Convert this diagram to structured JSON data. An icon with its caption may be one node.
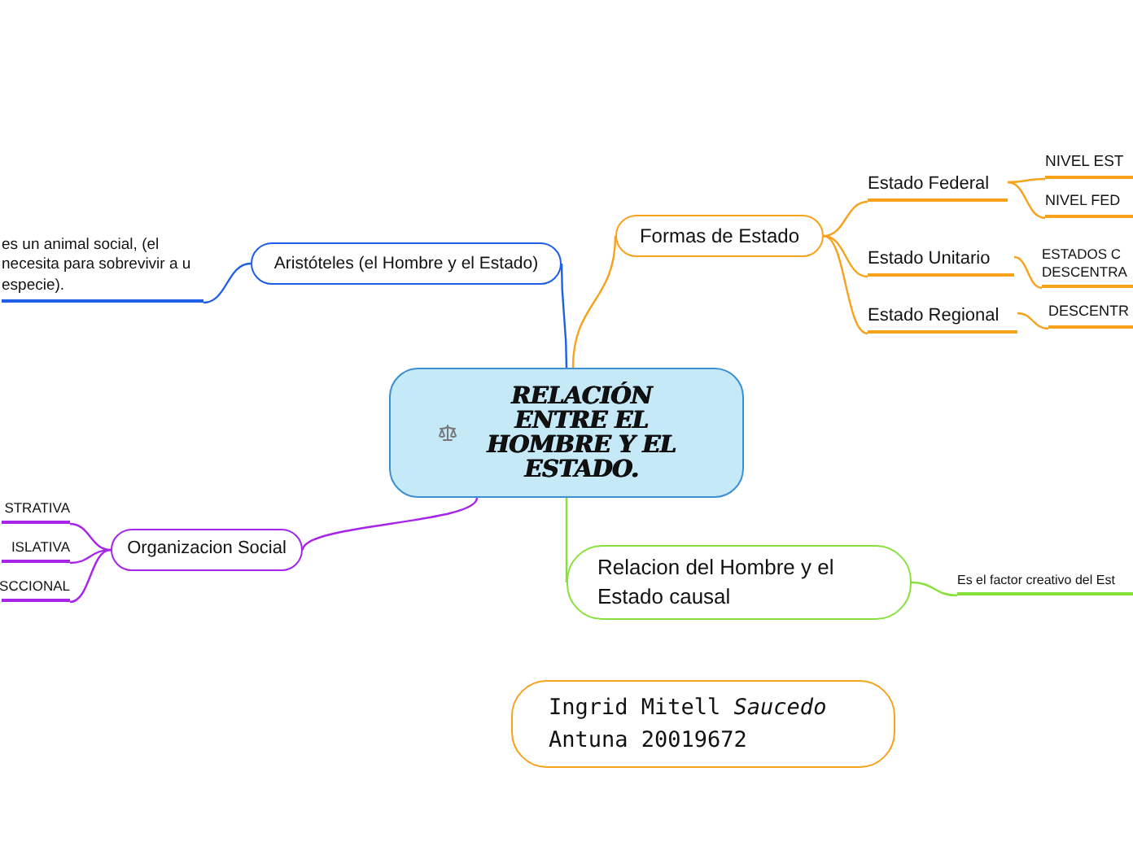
{
  "diagram": {
    "nodes": [
      {
        "text": [
          "RELACIÓN ENTRE EL HOMBRE Y EL ESTADO."
        ]
      },
      {
        "text": [
          "Formas de Estado"
        ]
      },
      {
        "text": [
          "Estado Federal"
        ]
      },
      {
        "text": [
          "NIVEL EST"
        ]
      },
      {
        "text": [
          "NIVEL FED"
        ]
      },
      {
        "text": [
          "Estado Unitario"
        ]
      },
      {
        "text": [
          "ESTADOS C DESCENTRA"
        ]
      },
      {
        "text": [
          "Estado Regional"
        ]
      },
      {
        "text": [
          "DESCENTR"
        ]
      },
      {
        "text": [
          "Aristóteles (el Hombre y el Estado)"
        ]
      },
      {
        "text": [
          "es un animal social, (el necesita para sobrevivir a u especie)."
        ]
      },
      {
        "text": [
          "Organizacion Social"
        ]
      },
      {
        "text": [
          "STRATIVA"
        ]
      },
      {
        "text": [
          "ISLATIVA"
        ]
      },
      {
        "text": [
          "SCCIONAL"
        ]
      },
      {
        "text": [
          "Relacion del Hombre y el Estado causal"
        ]
      },
      {
        "text": [
          "Es el factor creativo del Est"
        ]
      },
      {
        "text": [
          "Ingrid Mitell *Saucedo* Antuna 20019672"
        ]
      }
    ],
    "edges": [
      {
        "from": 0,
        "to": 1,
        "arrow": "none"
      },
      {
        "from": 1,
        "to": 2,
        "arrow": "none"
      },
      {
        "from": 2,
        "to": 3,
        "arrow": "none"
      },
      {
        "from": 2,
        "to": 4,
        "arrow": "none"
      },
      {
        "from": 1,
        "to": 5,
        "arrow": "none"
      },
      {
        "from": 5,
        "to": 6,
        "arrow": "none"
      },
      {
        "from": 1,
        "to": 7,
        "arrow": "none"
      },
      {
        "from": 7,
        "to": 8,
        "arrow": "none"
      },
      {
        "from": 0,
        "to": 9,
        "arrow": "none",
        "color": "#1f5ee6"
      },
      {
        "from": 9,
        "to": 10,
        "arrow": "none",
        "color": "#1f5ee6"
      },
      {
        "from": 0,
        "to": 11,
        "arrow": "none",
        "color": "#a625e8"
      },
      {
        "from": 11,
        "to": 12,
        "arrow": "none",
        "color": "#a625e8"
      },
      {
        "from": 11,
        "to": 13,
        "arrow": "none",
        "color": "#a625e8"
      },
      {
        "from": 11,
        "to": 14,
        "arrow": "none",
        "color": "#a625e8"
      },
      {
        "from": 0,
        "to": 15,
        "arrow": "none",
        "color": "#86e23a"
      },
      {
        "from": 15,
        "to": 16,
        "arrow": "none",
        "color": "#86e23a"
      }
    ]
  }
}
